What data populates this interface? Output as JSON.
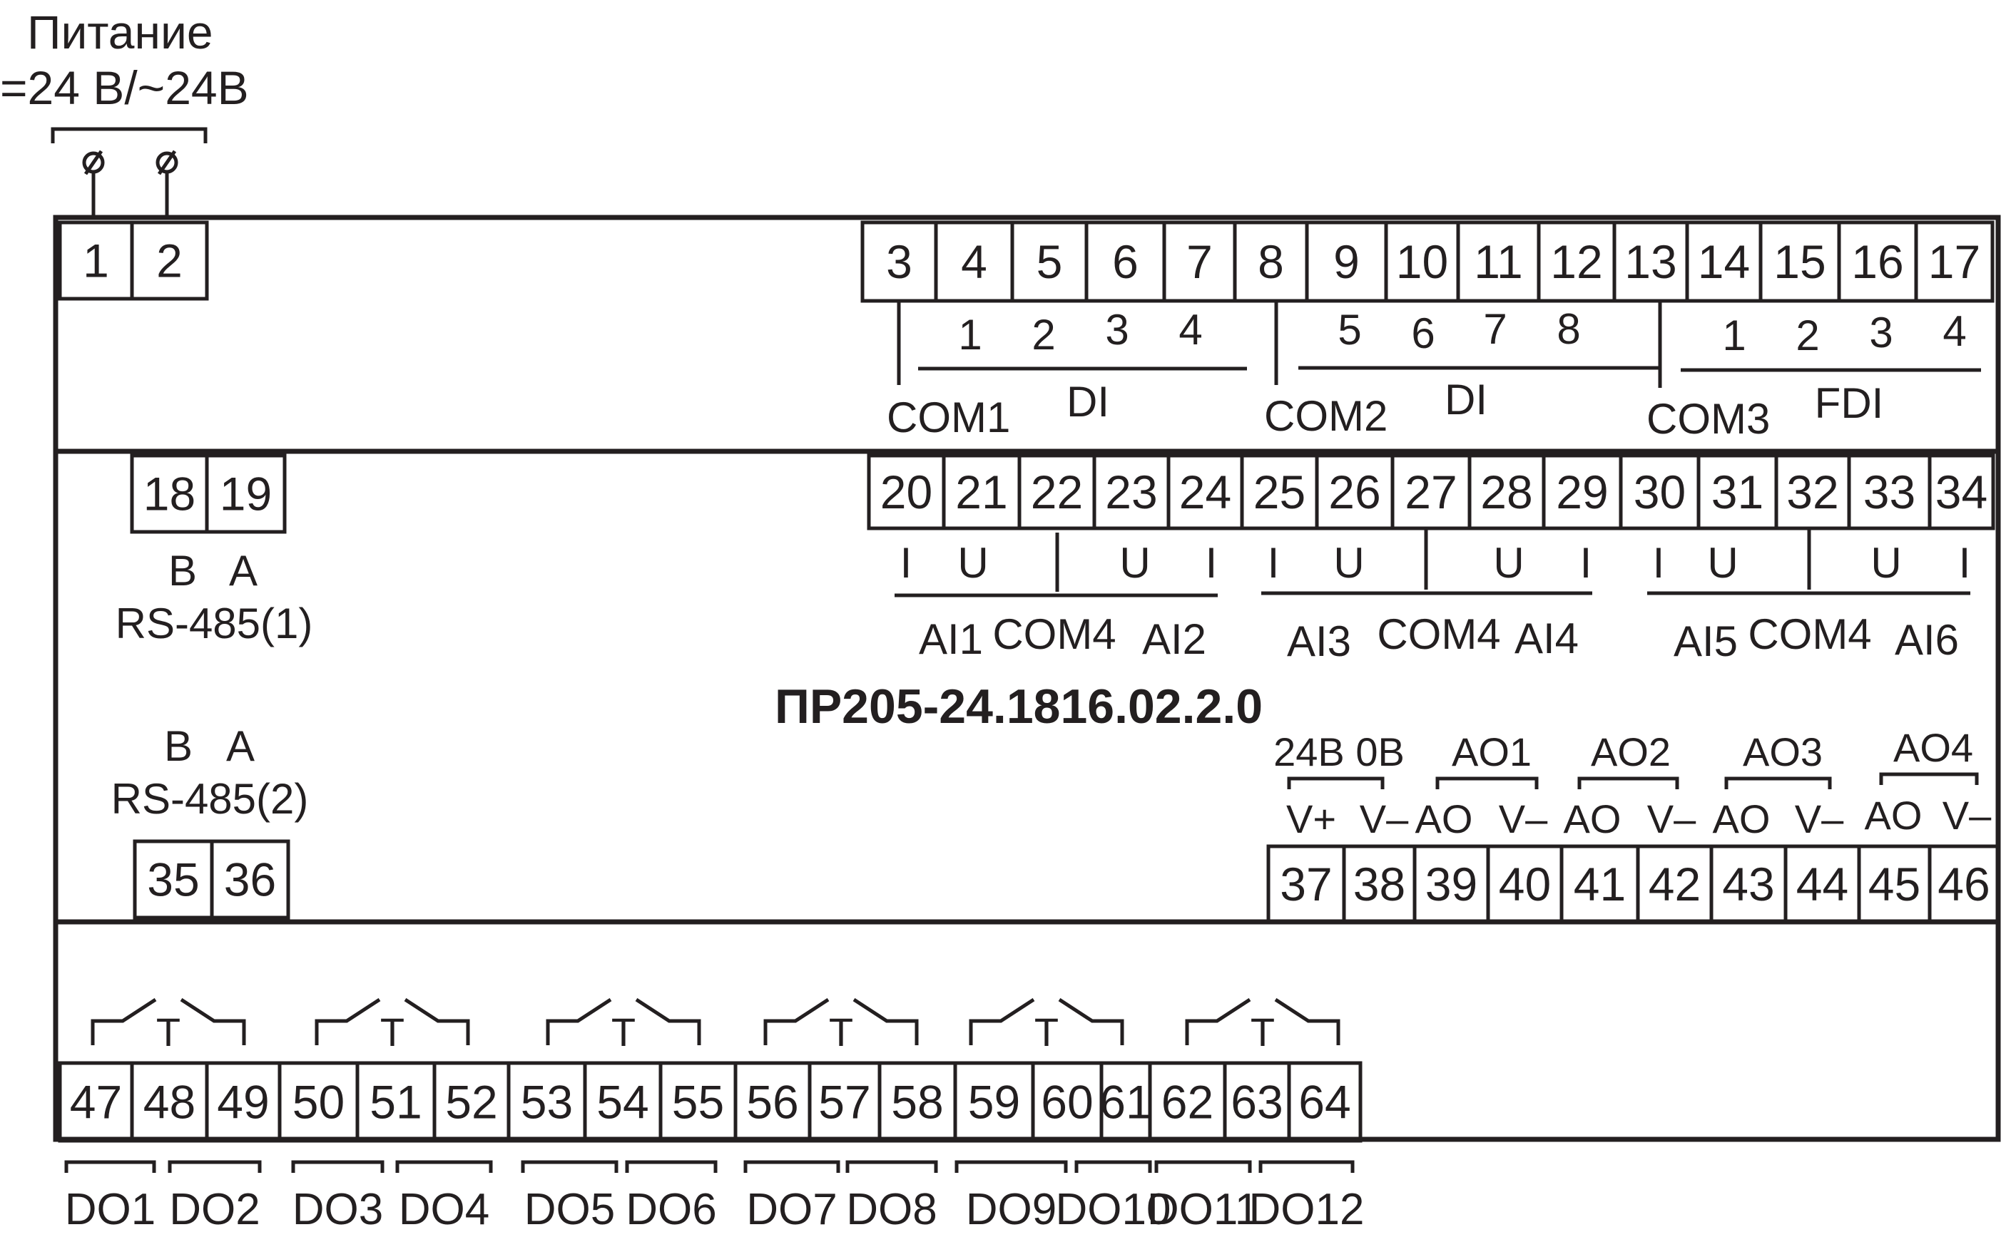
{
  "power": {
    "title": "Питание",
    "voltage": "=24 В/~24В"
  },
  "model": "ПР205-24.1816.02.2.0",
  "terminals": [
    "1",
    "2",
    "3",
    "4",
    "5",
    "6",
    "7",
    "8",
    "9",
    "10",
    "11",
    "12",
    "13",
    "14",
    "15",
    "16",
    "17",
    "18",
    "19",
    "20",
    "21",
    "22",
    "23",
    "24",
    "25",
    "26",
    "27",
    "28",
    "29",
    "30",
    "31",
    "32",
    "33",
    "34",
    "35",
    "36",
    "37",
    "38",
    "39",
    "40",
    "41",
    "42",
    "43",
    "44",
    "45",
    "46",
    "47",
    "48",
    "49",
    "50",
    "51",
    "52",
    "53",
    "54",
    "55",
    "56",
    "57",
    "58",
    "59",
    "60",
    "61",
    "62",
    "63",
    "64"
  ],
  "di_group1": {
    "com": "COM1",
    "numbers": [
      "1",
      "2",
      "3",
      "4"
    ],
    "name": "DI"
  },
  "di_group2": {
    "com": "COM2",
    "numbers": [
      "5",
      "6",
      "7",
      "8"
    ],
    "name": "DI"
  },
  "fdi_group": {
    "com": "COM3",
    "numbers": [
      "1",
      "2",
      "3",
      "4"
    ],
    "name": "FDI"
  },
  "rs485_1": {
    "b": "B",
    "a": "A",
    "name": "RS-485(1)"
  },
  "rs485_2": {
    "b": "B",
    "a": "A",
    "name": "RS-485(2)"
  },
  "ai_pin_labels": {
    "current": "I",
    "voltage": "U"
  },
  "ai_groups": [
    {
      "left": "AI1",
      "com": "COM4",
      "right": "AI2"
    },
    {
      "left": "AI3",
      "com": "COM4",
      "right": "AI4"
    },
    {
      "left": "AI5",
      "com": "COM4",
      "right": "AI6"
    }
  ],
  "ao_supply": {
    "name": "24В 0В",
    "plus": "V+",
    "minus": "V–"
  },
  "ao_channels": [
    {
      "name": "AO1",
      "out": "AO",
      "minus": "V–"
    },
    {
      "name": "AO2",
      "out": "AO",
      "minus": "V–"
    },
    {
      "name": "AO3",
      "out": "AO",
      "minus": "V–"
    },
    {
      "name": "AO4",
      "out": "AO",
      "minus": "V–"
    }
  ],
  "relay_symbol": "T",
  "do_outputs": [
    "DO1",
    "DO2",
    "DO3",
    "DO4",
    "DO5",
    "DO6",
    "DO7",
    "DO8",
    "DO9",
    "DO10",
    "DO11",
    "DO12"
  ]
}
